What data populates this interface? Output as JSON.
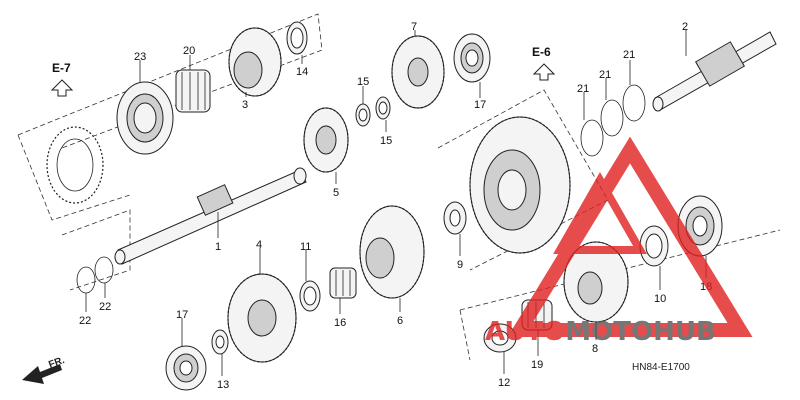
{
  "diagram": {
    "code": "HN84-E1700",
    "direction_label": "FR.",
    "sections": [
      {
        "id": "e7",
        "label": "E-7"
      },
      {
        "id": "e6",
        "label": "E-6"
      }
    ],
    "callouts": [
      {
        "id": "c23",
        "label": "23"
      },
      {
        "id": "c20",
        "label": "20"
      },
      {
        "id": "c3",
        "label": "3"
      },
      {
        "id": "c14",
        "label": "14"
      },
      {
        "id": "c15a",
        "label": "15"
      },
      {
        "id": "c15b",
        "label": "15"
      },
      {
        "id": "c7",
        "label": "7"
      },
      {
        "id": "c17a",
        "label": "17"
      },
      {
        "id": "c2",
        "label": "2"
      },
      {
        "id": "c21a",
        "label": "21"
      },
      {
        "id": "c21b",
        "label": "21"
      },
      {
        "id": "c21c",
        "label": "21"
      },
      {
        "id": "c5",
        "label": "5"
      },
      {
        "id": "c1",
        "label": "1"
      },
      {
        "id": "c9",
        "label": "9"
      },
      {
        "id": "c4",
        "label": "4"
      },
      {
        "id": "c11",
        "label": "11"
      },
      {
        "id": "c16",
        "label": "16"
      },
      {
        "id": "c6",
        "label": "6"
      },
      {
        "id": "c22a",
        "label": "22"
      },
      {
        "id": "c22b",
        "label": "22"
      },
      {
        "id": "c17b",
        "label": "17"
      },
      {
        "id": "c13",
        "label": "13"
      },
      {
        "id": "c10",
        "label": "10"
      },
      {
        "id": "c18",
        "label": "18"
      },
      {
        "id": "c8",
        "label": "8"
      },
      {
        "id": "c19",
        "label": "19"
      },
      {
        "id": "c12",
        "label": "12"
      }
    ]
  },
  "watermark": {
    "text_part1": "AUTO",
    "text_part2": "MOTO",
    "text_part3": "HUB",
    "colors": {
      "red": "#e02020",
      "dark": "#555555"
    }
  }
}
